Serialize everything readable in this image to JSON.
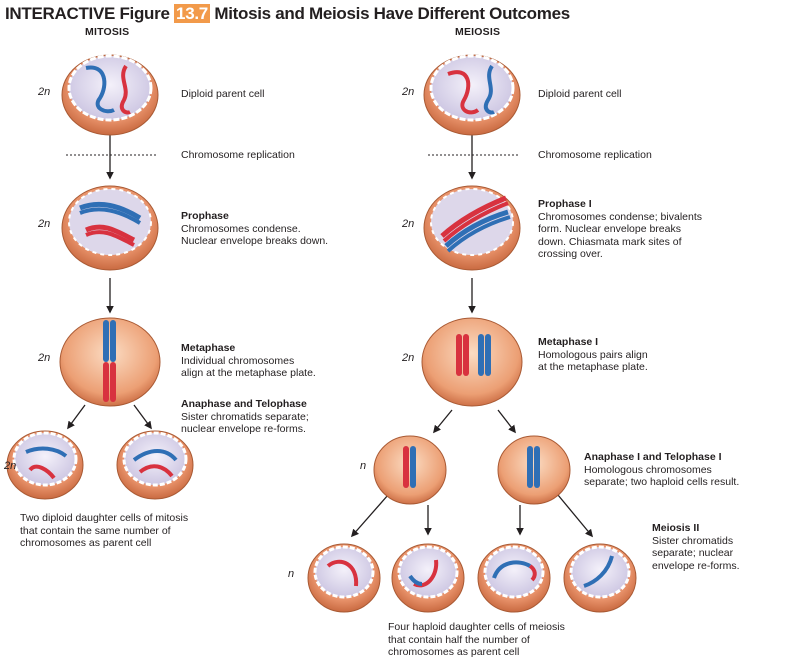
{
  "title": {
    "prefix": "INTERACTIVE Figure ",
    "number": "13.7",
    "rest": " Mitosis and Meiosis Have Different Outcomes"
  },
  "columns": {
    "mitosis": "MITOSIS",
    "meiosis": "MEIOSIS"
  },
  "ploidy": {
    "diploid": "2n",
    "haploid": "n"
  },
  "mitosis": {
    "parent": "Diploid parent cell",
    "replication": "Chromosome replication",
    "prophase": {
      "title": "Prophase",
      "text": "Chromosomes condense.\nNuclear envelope breaks down."
    },
    "metaphase": {
      "title": "Metaphase",
      "text": "Individual chromosomes\nalign at the metaphase plate."
    },
    "anaphase": {
      "title": "Anaphase and Telophase",
      "text": "Sister chromatids separate;\nnuclear envelope re-forms."
    },
    "result": "Two diploid daughter cells of mitosis\nthat contain the same number of\nchromosomes as parent cell"
  },
  "meiosis": {
    "parent": "Diploid parent cell",
    "replication": "Chromosome replication",
    "prophase": {
      "title": "Prophase I",
      "text": "Chromosomes condense; bivalents\nform. Nuclear envelope breaks\ndown. Chiasmata mark sites of\ncrossing over."
    },
    "metaphase": {
      "title": "Metaphase I",
      "text": "Homologous pairs align\nat the metaphase plate."
    },
    "anaphase": {
      "title": "Anaphase I and Telophase I",
      "text": "Homologous chromosomes\nseparate; two haploid cells result."
    },
    "meiosis2": {
      "title": "Meiosis II",
      "text": "Sister chromatids\nseparate; nuclear\nenvelope re-forms."
    },
    "result": "Four haploid daughter cells of meiosis\nthat contain half the number of\nchromosomes as parent cell"
  },
  "colors": {
    "cell": "#e08a5c",
    "cell_edge": "#a95a34",
    "nucleus": "#d9d4ea",
    "red": "#d8323f",
    "blue": "#2f6fb5",
    "accent": "#f29a4a"
  }
}
